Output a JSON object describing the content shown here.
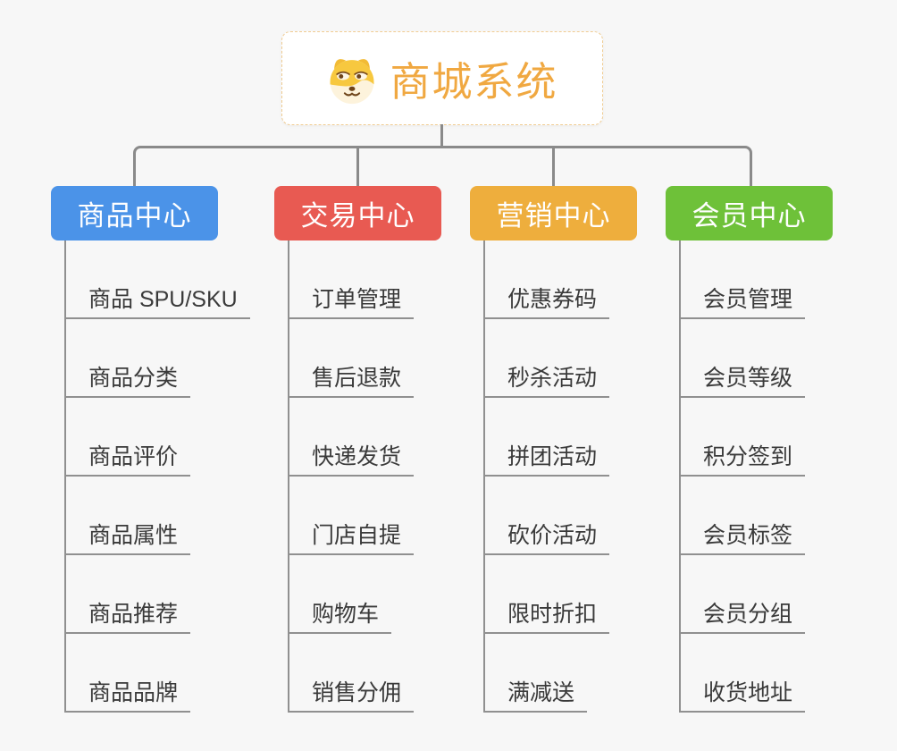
{
  "root": {
    "title": "商城系统",
    "icon": "doge-face-icon",
    "title_color": "#f0a841",
    "border_color": "#f0cc92",
    "background": "#ffffff"
  },
  "canvas": {
    "background": "#f7f7f7",
    "connector_color": "#8a8a8a",
    "leaf_line_color": "#909090",
    "leaf_text_color": "#3a3a3a"
  },
  "branches": [
    {
      "label": "商品中心",
      "color": "#4b93e8",
      "children": [
        "商品 SPU/SKU",
        "商品分类",
        "商品评价",
        "商品属性",
        "商品推荐",
        "商品品牌"
      ]
    },
    {
      "label": "交易中心",
      "color": "#e85a52",
      "children": [
        "订单管理",
        "售后退款",
        "快递发货",
        "门店自提",
        "购物车",
        "销售分佣"
      ]
    },
    {
      "label": "营销中心",
      "color": "#eeae3d",
      "children": [
        "优惠券码",
        "秒杀活动",
        "拼团活动",
        "砍价活动",
        "限时折扣",
        "满减送"
      ]
    },
    {
      "label": "会员中心",
      "color": "#6ec139",
      "children": [
        "会员管理",
        "会员等级",
        "积分签到",
        "会员标签",
        "会员分组",
        "收货地址"
      ]
    }
  ]
}
